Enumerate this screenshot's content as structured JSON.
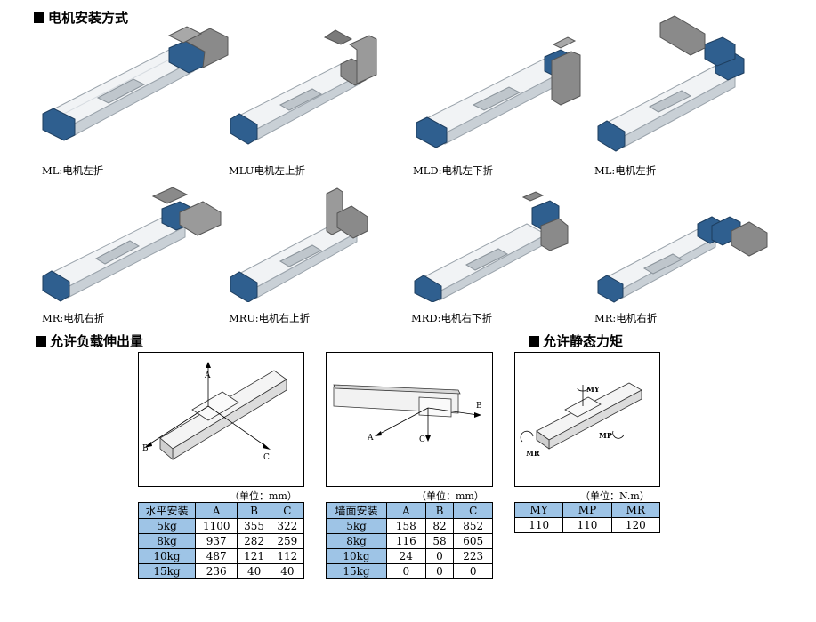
{
  "sections": {
    "mounting_title": "电机安装方式",
    "load_title": "允许负载伸出量",
    "moment_title": "允许静态力矩"
  },
  "products": [
    {
      "caption": "ML:电机左折"
    },
    {
      "caption": "MLU电机左上折"
    },
    {
      "caption": "MLD:电机左下折"
    },
    {
      "caption": "ML:电机左折"
    },
    {
      "caption": "MR:电机右折"
    },
    {
      "caption": "MRU:电机右上折"
    },
    {
      "caption": "MRD:电机右下折"
    },
    {
      "caption": "MR:电机右折"
    }
  ],
  "diagrams": {
    "horizontal": {
      "labels": [
        "A",
        "B",
        "C"
      ]
    },
    "wall": {
      "labels": [
        "A",
        "B",
        "C"
      ]
    },
    "moment": {
      "labels": [
        "MY",
        "MP",
        "MR"
      ]
    }
  },
  "horizontal_table": {
    "unit": "（单位：mm）",
    "header": [
      "水平安装",
      "A",
      "B",
      "C"
    ],
    "rows": [
      [
        "5kg",
        "1100",
        "355",
        "322"
      ],
      [
        "8kg",
        "937",
        "282",
        "259"
      ],
      [
        "10kg",
        "487",
        "121",
        "112"
      ],
      [
        "15kg",
        "236",
        "40",
        "40"
      ]
    ]
  },
  "wall_table": {
    "unit": "（单位：mm）",
    "header": [
      "墙面安装",
      "A",
      "B",
      "C"
    ],
    "rows": [
      [
        "5kg",
        "158",
        "82",
        "852"
      ],
      [
        "8kg",
        "116",
        "58",
        "605"
      ],
      [
        "10kg",
        "24",
        "0",
        "223"
      ],
      [
        "15kg",
        "0",
        "0",
        "0"
      ]
    ]
  },
  "moment_table": {
    "unit": "（单位：N.m）",
    "header": [
      "MY",
      "MP",
      "MR"
    ],
    "row": [
      "110",
      "110",
      "120"
    ]
  },
  "colors": {
    "table_header": "#9ec4e6",
    "end_cap": "#2f5f8f",
    "rail_body": "#e8ecef",
    "motor": "#8a8a8a"
  }
}
